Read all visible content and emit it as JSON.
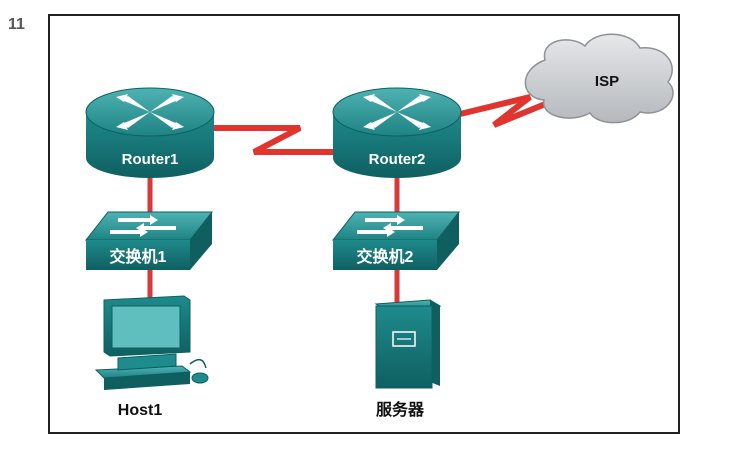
{
  "question_number": "11",
  "nodes": {
    "router1": "Router1",
    "router2": "Router2",
    "switch1": "交换机1",
    "switch2": "交换机2",
    "host1": "Host1",
    "server": "服务器",
    "isp": "ISP"
  },
  "colors": {
    "teal": "#1e8b8c",
    "teal_dark": "#0f5f61",
    "teal_light": "#5fbfbf",
    "link_red": "#d63a3a",
    "wan_red": "#e0342f",
    "cloud": "#c9cbcf"
  },
  "links": [
    {
      "from": "router1",
      "to": "switch1",
      "type": "ethernet"
    },
    {
      "from": "switch1",
      "to": "host1",
      "type": "ethernet"
    },
    {
      "from": "router2",
      "to": "switch2",
      "type": "ethernet"
    },
    {
      "from": "switch2",
      "to": "server",
      "type": "ethernet"
    },
    {
      "from": "router1",
      "to": "router2",
      "type": "serial"
    },
    {
      "from": "router2",
      "to": "isp",
      "type": "serial"
    }
  ]
}
